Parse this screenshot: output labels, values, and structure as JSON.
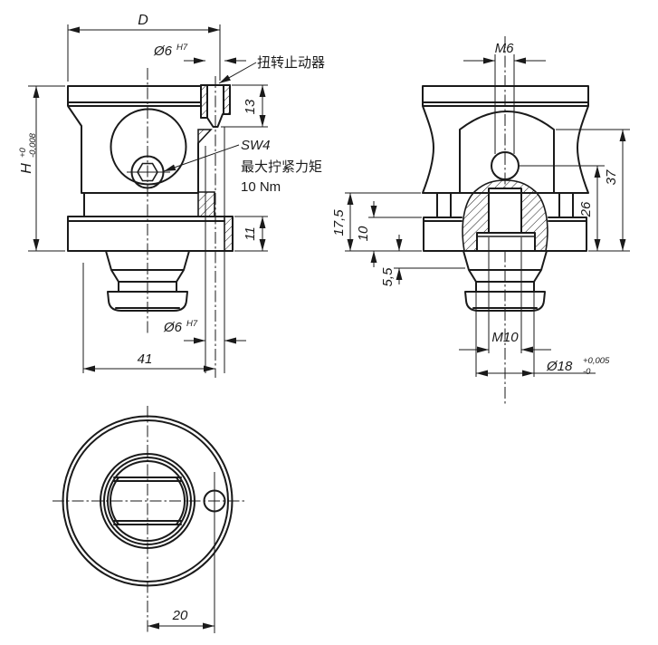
{
  "front_view": {
    "dim_d": "D",
    "hole_dia_top": "Ø6",
    "hole_fit_top": "H7",
    "torsion_stop_label": "扭转止动器",
    "dim_13": "13",
    "dim_h": "H",
    "dim_h_tol_upper": "+0",
    "dim_h_tol_lower": "-0,008",
    "sw_label": "SW4",
    "torque_label": "最大拧紧力矩",
    "torque_value": "10 Nm",
    "dim_11": "11",
    "hole_dia_bottom": "Ø6",
    "hole_fit_bottom": "H7",
    "dim_41": "41"
  },
  "side_view": {
    "dim_m6": "M6",
    "dim_37": "37",
    "dim_26": "26",
    "dim_17_5": "17,5",
    "dim_10": "10",
    "dim_5_5": "5,5",
    "dim_m10": "M10",
    "dim_d18": "Ø18",
    "dim_d18_tol_upper": "+0,005",
    "dim_d18_tol_lower": "-0"
  },
  "bottom_view": {
    "dim_20": "20"
  },
  "colors": {
    "line": "#1a1a1a",
    "background": "#ffffff"
  }
}
